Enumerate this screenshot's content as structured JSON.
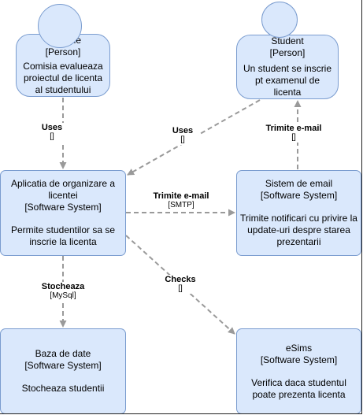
{
  "colors": {
    "fill": "#dae8fc",
    "stroke": "#7a9ccf",
    "edge": "#9a9a9a"
  },
  "nodes": {
    "comisia": {
      "name_partial": "ie",
      "type": "[Person]",
      "desc": "Comisia evalueaza proiectul de licenta al studentului"
    },
    "student": {
      "name": "Student",
      "type": "[Person]",
      "desc": "Un student se inscrie pt examenul de licenta"
    },
    "aplicatia": {
      "name": "Aplicatia de organizare a licentei",
      "type": "[Software System]",
      "desc": "Permite studentilor sa se inscrie la licenta"
    },
    "email": {
      "name": "Sistem de email",
      "type": "[Software System]",
      "desc": "Trimite notificari cu privire la update-uri despre starea prezentarii"
    },
    "baza": {
      "name": "Baza de date",
      "type": "[Software System]",
      "desc": "Stocheaza studentii"
    },
    "esims": {
      "name": "eSims",
      "type": "[Software System]",
      "desc": "Verifica daca studentul poate prezenta licenta"
    }
  },
  "edges": {
    "comisia_uses": {
      "label": "Uses",
      "tech": "[]"
    },
    "student_uses": {
      "label": "Uses",
      "tech": "[]"
    },
    "email_student": {
      "label": "Trimite e-mail",
      "tech": "[]"
    },
    "app_email": {
      "label": "Trimite e-mail",
      "tech": "[SMTP]"
    },
    "app_db": {
      "label": "Stocheaza",
      "tech": "[MySql]"
    },
    "app_esims": {
      "label": "Checks",
      "tech": "[]"
    }
  }
}
